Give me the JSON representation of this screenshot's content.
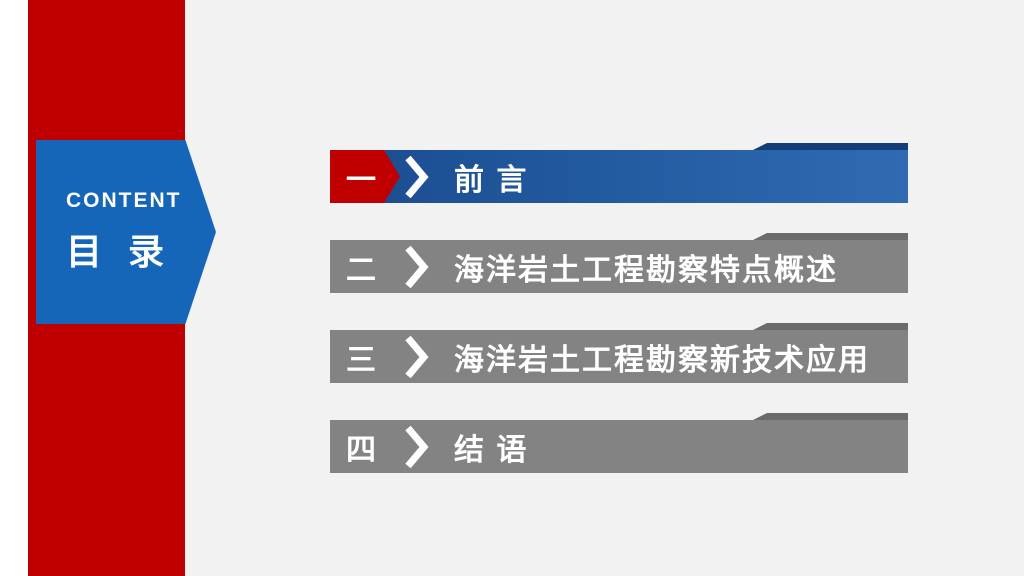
{
  "slide": {
    "content_label": "CONTENT",
    "title": "目 录"
  },
  "toc": {
    "items": [
      {
        "num": "一",
        "label": "前 言"
      },
      {
        "num": "二",
        "label": "海洋岩土工程勘察特点概述"
      },
      {
        "num": "三",
        "label": "海洋岩土工程勘察新技术应用"
      },
      {
        "num": "四",
        "label": "结 语"
      }
    ]
  },
  "colors": {
    "accent_red": "#c00000",
    "accent_blue": "#1565b8",
    "bar_blue_dark": "#1b4b8f",
    "bar_gray": "#838383",
    "background": "#f2f2f2"
  }
}
